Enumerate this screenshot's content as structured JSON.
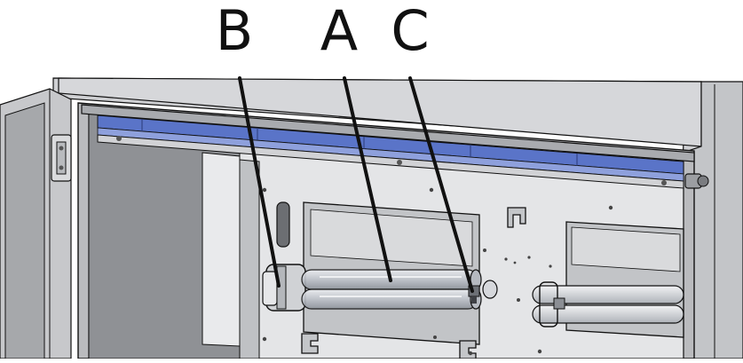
{
  "labels": {
    "a": "A",
    "b": "B",
    "c": "C"
  },
  "colors": {
    "line": "#111111",
    "cabinet_light": "#d2d3d5",
    "cabinet_mid": "#a8aaad",
    "cabinet_dark": "#6a6c70",
    "panel": "#e3e4e6",
    "blue_filter": "#5a74c8",
    "tube": "#c9ccd2"
  }
}
